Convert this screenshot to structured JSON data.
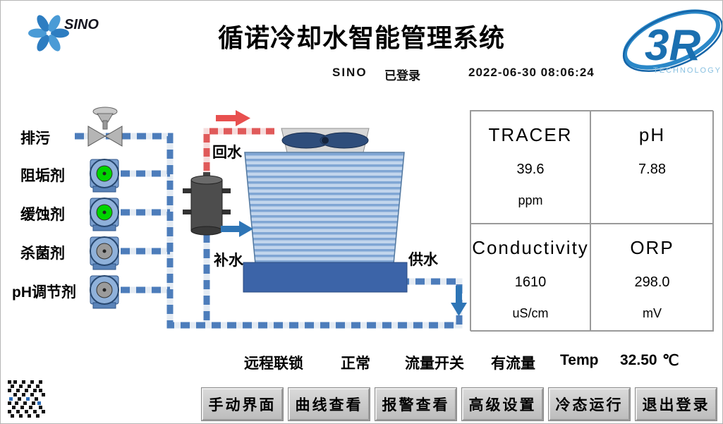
{
  "header": {
    "title": "循诺冷却水智能管理系统",
    "user": "SINO",
    "login_status": "已登录",
    "datetime": "2022-06-30  08:06:24"
  },
  "logos": {
    "sino_text": "SINO",
    "r3_text": "3R",
    "r3_sub": "TECHNOLOGY"
  },
  "diagram_labels": {
    "blowdown": "排污",
    "scale_inhibitor": "阻垢剂",
    "corrosion_inhibitor": "缓蚀剂",
    "biocide": "杀菌剂",
    "ph_adjuster": "pH调节剂",
    "return_water": "回水",
    "makeup_water": "补水",
    "supply_water": "供水"
  },
  "measurements": [
    {
      "name": "TRACER",
      "value": "39.6",
      "unit": "ppm"
    },
    {
      "name": "pH",
      "value": "7.88",
      "unit": ""
    },
    {
      "name": "Conductivity",
      "value": "1610",
      "unit": "uS/cm"
    },
    {
      "name": "ORP",
      "value": "298.0",
      "unit": "mV"
    }
  ],
  "status_bar": {
    "interlock_label": "远程联锁",
    "interlock_value": "正常",
    "flow_label": "流量开关",
    "flow_value": "有流量",
    "temp_label": "Temp",
    "temp_value": "32.50",
    "temp_unit": "℃"
  },
  "buttons": [
    {
      "label": "手动界面"
    },
    {
      "label": "曲线查看"
    },
    {
      "label": "报警查看"
    },
    {
      "label": "高级设置"
    },
    {
      "label": "冷态运行"
    },
    {
      "label": "退出登录"
    }
  ],
  "colors": {
    "pump_on_green": "#00d400",
    "pump_off_gray": "#9b9b9b",
    "pipe_blue": "#4d7dbb",
    "pipe_red": "#e05a5a",
    "basin_blue": "#3c64a8",
    "logo_blue": "#2b88c8"
  }
}
